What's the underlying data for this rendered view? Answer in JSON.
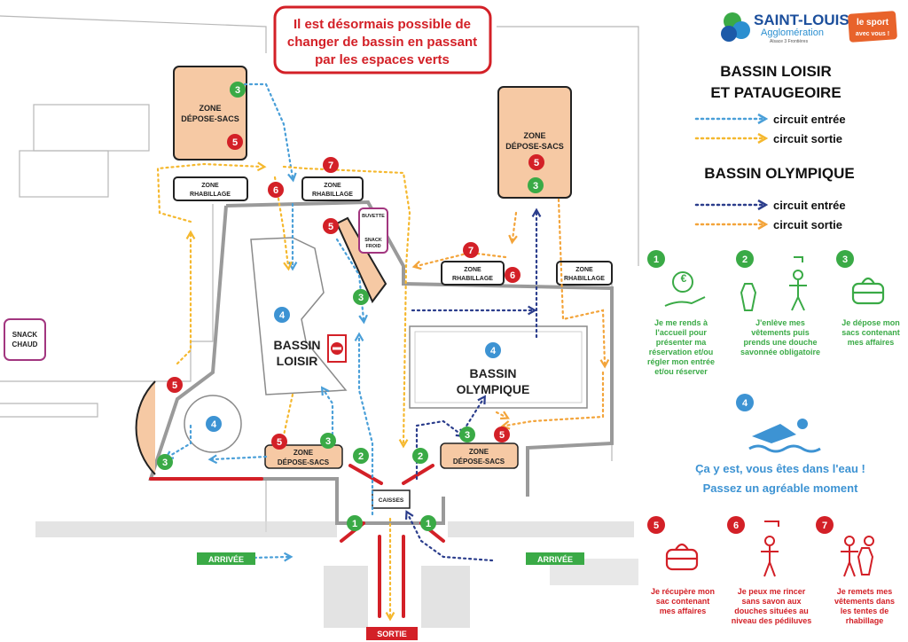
{
  "notice": {
    "line1": "Il est désormais possible de",
    "line2": "changer de bassin en passant",
    "line3": "par les espaces verts"
  },
  "brand": {
    "name": "SAINT-LOUIS",
    "sub": "Agglomération",
    "tagline": "Alsace 3 Frontières",
    "badge_line1": "le sport",
    "badge_line2": "avec vous !"
  },
  "legend": {
    "loisir_title1": "BASSIN LOISIR",
    "loisir_title2": "ET  PATAUGEOIRE",
    "olympique_title": "BASSIN OLYMPIQUE",
    "entry": "circuit entrée",
    "exit": "circuit sortie",
    "colors": {
      "loisir_entry": "#4a9fd8",
      "loisir_exit": "#f5b82e",
      "olympique_entry": "#2b3d8c",
      "olympique_exit": "#f3a43a",
      "green": "#3aaa46",
      "red": "#d32027",
      "blue": "#3d93d3",
      "zone": "#f6c9a4"
    }
  },
  "steps": {
    "s1": {
      "num": "1",
      "l1": "Je me rends à",
      "l2": "l'accueil pour",
      "l3": "présenter ma",
      "l4": "réservation et/ou",
      "l5": "régler mon entrée",
      "l6": "et/ou réserver"
    },
    "s2": {
      "num": "2",
      "l1": "J'enlève mes",
      "l2": "vêtements puis",
      "l3": "prends une douche",
      "l4": "savonnée obligatoire"
    },
    "s3": {
      "num": "3",
      "l1": "Je dépose mon",
      "l2": "sacs contenant",
      "l3": "mes affaires"
    },
    "s4": {
      "num": "4",
      "l1": "Ça y est, vous êtes dans l'eau !",
      "l2": "Passez un agréable moment"
    },
    "s5": {
      "num": "5",
      "l1": "Je récupère mon",
      "l2": "sac contenant",
      "l3": "mes affaires"
    },
    "s6": {
      "num": "6",
      "l1": "Je  peux me rincer",
      "l2": "sans savon aux",
      "l3": "douches situées au",
      "l4": "niveau des pédiluves"
    },
    "s7": {
      "num": "7",
      "l1": "Je remets mes",
      "l2": "vêtements dans",
      "l3": "les tentes de",
      "l4": "rhabillage"
    }
  },
  "map": {
    "zone_label1": "ZONE",
    "zone_label2": "DÉPOSE-SACS",
    "rhab1": "ZONE",
    "rhab2": "RHABILLAGE",
    "bassin_loisir1": "BASSIN",
    "bassin_loisir2": "LOISIR",
    "bassin_olymp1": "BASSIN",
    "bassin_olymp2": "OLYMPIQUE",
    "snack_chaud1": "SNACK",
    "snack_chaud2": "CHAUD",
    "buvette": "BUVETTE",
    "snack_froid1": "SNACK",
    "snack_froid2": "FROID",
    "caisses": "CAISSES",
    "arrivee": "ARRIVÉE",
    "sortie": "SORTIE"
  }
}
